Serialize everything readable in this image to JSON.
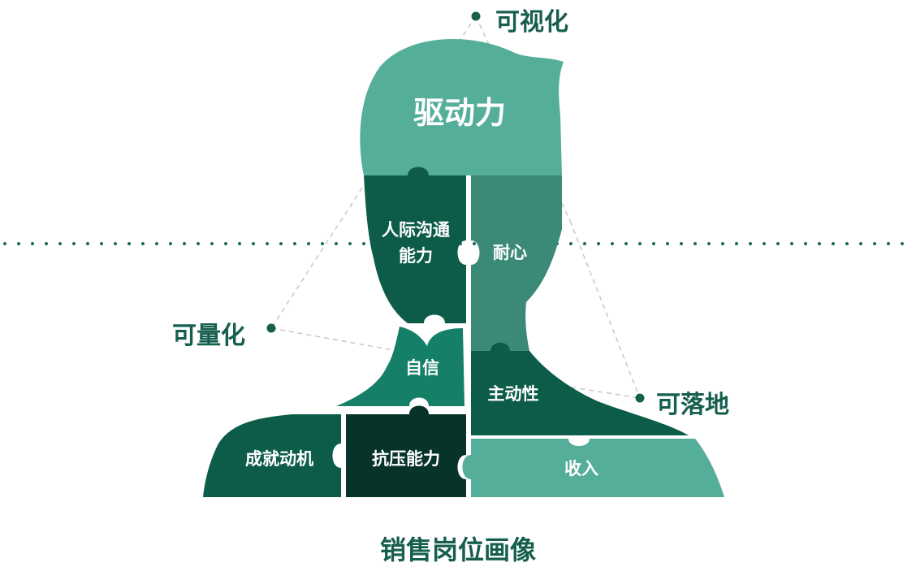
{
  "colors": {
    "light": "#55ae9a",
    "mid": "#3b8a78",
    "teal": "#157f68",
    "dark": "#0c5c49",
    "darkest": "#07332a",
    "text_white": "#ffffff",
    "label": "#165e4d",
    "dots": "#1d6b58",
    "guide": "#c8c8c8"
  },
  "pieces": {
    "drive": "驱动力",
    "communication_line1": "人际沟通",
    "communication_line2": "能力",
    "patience": "耐心",
    "confidence": "自信",
    "initiative": "主动性",
    "achievement": "成就动机",
    "stress": "抗压能力",
    "income": "收入"
  },
  "annotations": {
    "visualizable": "可视化",
    "quantifiable": "可量化",
    "implementable": "可落地"
  },
  "caption": "销售岗位画像"
}
